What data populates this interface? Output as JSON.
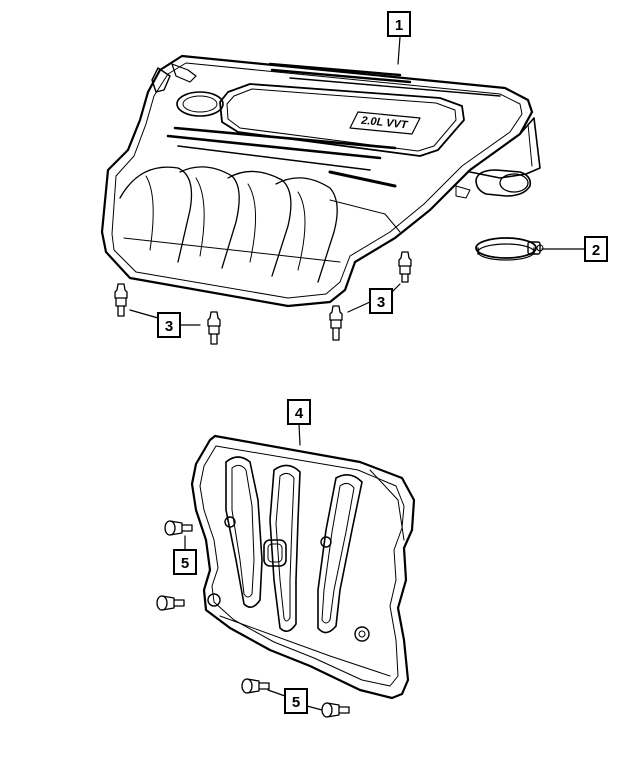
{
  "diagram": {
    "engine_badge": "2.0L VVT",
    "callouts": [
      "1",
      "2",
      "3",
      "3",
      "4",
      "5",
      "5"
    ]
  }
}
